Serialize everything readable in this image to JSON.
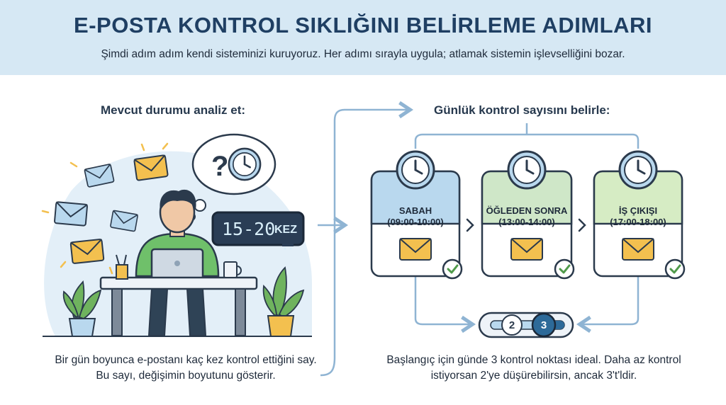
{
  "header": {
    "title": "E-POSTA KONTROL SIKLIĞINI BELİRLEME ADIMLARI",
    "subtitle": "Şimdi adım adım kendi sisteminizi kuruyoruz. Her adımı sırayla uygula; atlamak sistemin işlevselliğini bozar."
  },
  "left": {
    "title": "Mevcut durumu analiz et:",
    "counter_value": "15-20",
    "counter_unit": "KEZ",
    "caption": "Bir gün boyunca e-postanı kaç kez kontrol ettiğini say. Bu sayı, değişimin boyutunu gösterir."
  },
  "right": {
    "title": "Günlük kontrol sayısını belirle:",
    "cards": [
      {
        "name": "SABAH",
        "time": "(09:00-10:00)",
        "color": "#b9d8ee"
      },
      {
        "name": "ÖĞLEDEN SONRA",
        "time": "(13:00-14:00)",
        "color": "#cfe7c8"
      },
      {
        "name": "İŞ ÇIKIŞI",
        "time": "(17:00-18:00)",
        "color": "#d6ecc4"
      }
    ],
    "slider": {
      "option_a": "2",
      "option_b": "3",
      "selected": "3"
    },
    "caption": "Başlangıç için günde 3 kontrol noktası ideal. Daha az kontrol istiyorsan 2'ye düşürebilirsin, ancak 3't'ldir."
  },
  "colors": {
    "header_bg": "#d6e8f4",
    "title": "#1f3f63",
    "accent": "#2d6a99",
    "envelope": "#f3c04f",
    "plant": "#6fb35e",
    "arrow": "#8fb4d3"
  },
  "icons": [
    "envelope-icon",
    "clock-icon",
    "question-icon",
    "check-icon",
    "plant-icon",
    "laptop-icon",
    "mug-icon",
    "chevron-right-icon"
  ]
}
